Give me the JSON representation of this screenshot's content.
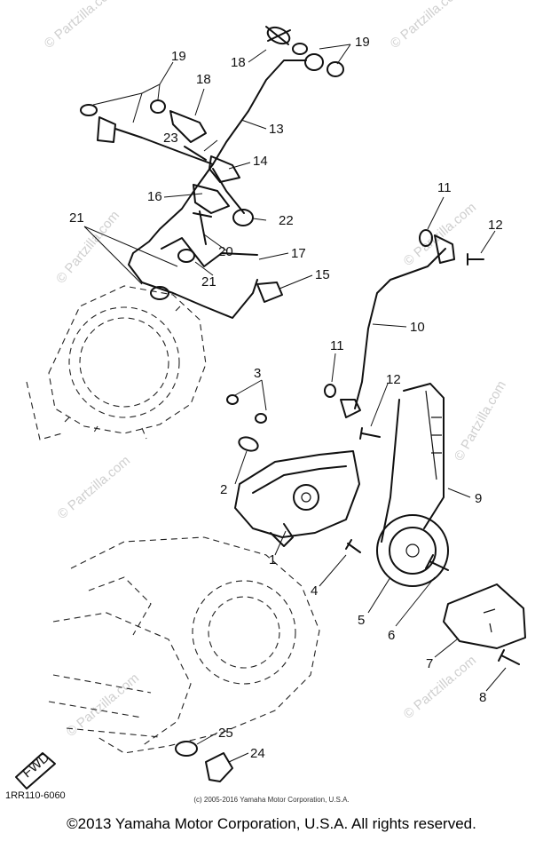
{
  "watermark": "© Partzilla.com",
  "diagram_code": "1RR110-6060",
  "small_copyright": "(c) 2005-2016 Yamaha Motor Corporation, U.S.A.",
  "footer_copyright": "©2013 Yamaha Motor Corporation, U.S.A. All rights reserved.",
  "fwd_label": "FWD",
  "callouts": [
    "1",
    "2",
    "3",
    "4",
    "5",
    "6",
    "7",
    "8",
    "9",
    "10",
    "11",
    "11",
    "12",
    "12",
    "13",
    "14",
    "15",
    "16",
    "17",
    "18",
    "18",
    "19",
    "19",
    "20",
    "21",
    "21",
    "22",
    "23",
    "24",
    "25"
  ]
}
